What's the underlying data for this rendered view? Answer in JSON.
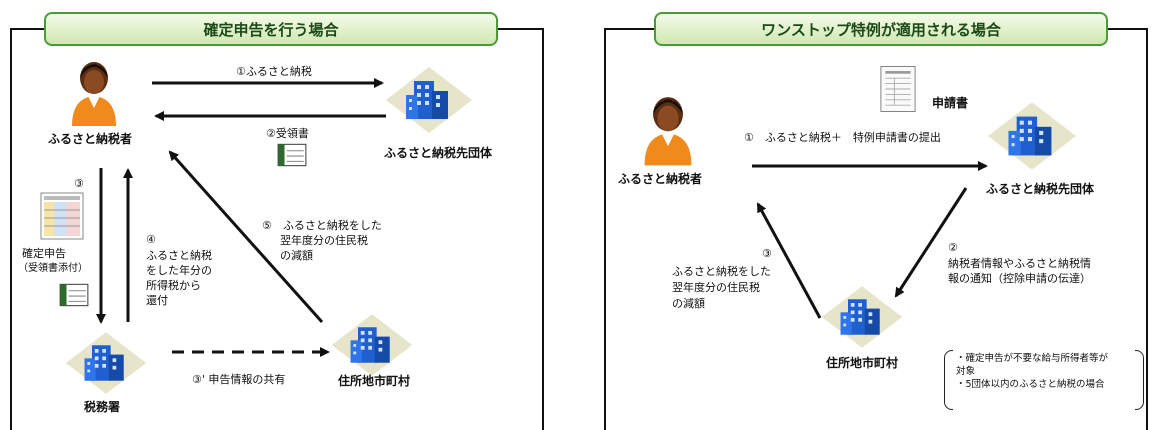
{
  "left_panel": {
    "title": "確定申告を行う場合",
    "taxpayer_label": "ふるさと納税者",
    "municipality_label": "ふるさと納税先団体",
    "tax_office_label": "税務署",
    "local_gov_label": "住所地市町村",
    "step1": "①ふるさと納税",
    "step2": "②受領書",
    "step3_num": "③",
    "step3_text_1": "確定申告",
    "step3_text_2": "（受領書添付）",
    "step4_num": "④",
    "step4_text": [
      "ふるさと納税",
      "をした年分の",
      "所得税から",
      "還付"
    ],
    "step5_text": [
      "⑤　ふるさと納税をした",
      "翌年度分の住民税",
      "の減額"
    ],
    "step3b_text": "③' 申告情報の共有"
  },
  "right_panel": {
    "title": "ワンストップ特例が適用される場合",
    "taxpayer_label": "ふるさと納税者",
    "municipality_label": "ふるさと納税先団体",
    "local_gov_label": "住所地市町村",
    "form_label": "申請書",
    "step1": "①　ふるさと納税＋　特例申請書の提出",
    "step2_num": "②",
    "step2_text": [
      "納税者情報やふるさと納税情",
      "報の通知（控除申請の伝達）"
    ],
    "step3_num": "③",
    "step3_text": [
      "ふるさと納税をした",
      "翌年度分の住民税",
      "の減額"
    ],
    "note_lines": [
      "・確定申告が不要な給与所得者等が",
      "対象",
      "・5団体以内のふるさと納税の場合"
    ]
  },
  "colors": {
    "tab_border": "#4a9a3a",
    "tab_text": "#1c4a16",
    "arrow": "#111111",
    "building_blue": "#1f5fd0",
    "person_skin": "#6b3b1c",
    "person_shirt": "#f08a1c"
  }
}
